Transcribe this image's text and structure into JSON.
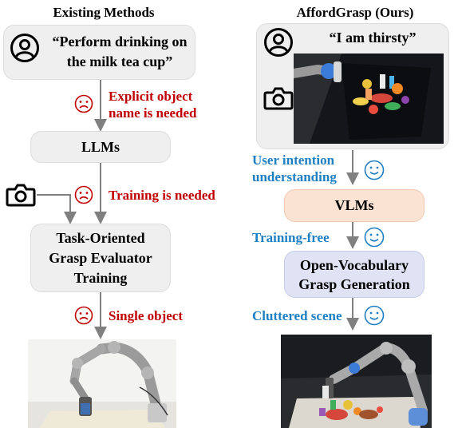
{
  "left": {
    "title": "Existing Methods",
    "prompt_line1": "“Perform drinking on",
    "prompt_line2": "the milk tea cup”",
    "issue1_line1": "Explicit object",
    "issue1_line2": "name is needed",
    "llm_label": "LLMs",
    "issue2": "Training is needed",
    "evaluator_line1": "Task-Oriented",
    "evaluator_line2": "Grasp Evaluator",
    "evaluator_line3": "Training",
    "issue3": "Single object"
  },
  "right": {
    "title": "AffordGrasp (Ours)",
    "prompt": "“I am thirsty”",
    "benefit1_line1": "User intention",
    "benefit1_line2": "understanding",
    "vlm_label": "VLMs",
    "benefit2": "Training-free",
    "generation_line1": "Open-Vocabulary",
    "generation_line2": "Grasp Generation",
    "benefit3": "Cluttered scene"
  },
  "icons": {
    "user": "user-icon",
    "camera": "camera-icon",
    "sad_face": "sad-face-icon",
    "happy_face": "happy-face-icon"
  },
  "colors": {
    "problem_text": "#c00000",
    "benefit_text": "#1f7fc3",
    "box_grey": "#efefef",
    "box_peach": "#fbe3d3",
    "box_lavender": "#dfe3f4",
    "arrow": "#808080"
  }
}
